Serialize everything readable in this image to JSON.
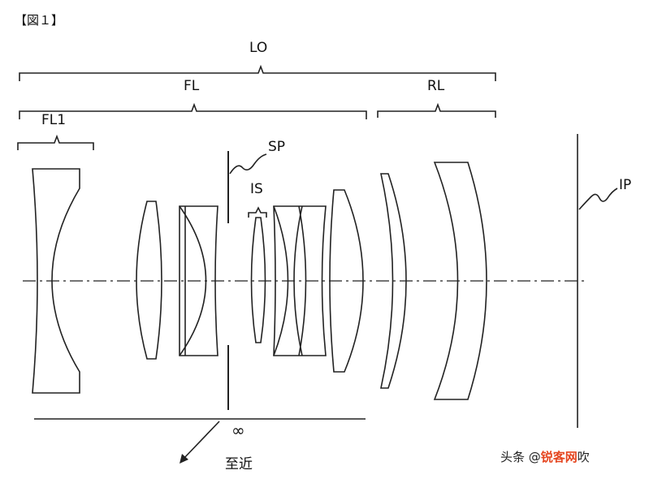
{
  "figure_label": "【図１】",
  "labels": {
    "lo": "LO",
    "fl": "FL",
    "rl": "RL",
    "fl1": "FL1",
    "sp": "SP",
    "is": "IS",
    "ip": "IP",
    "infinity": "∞",
    "close": "至近"
  },
  "watermark": {
    "prefix": "头条 @",
    "brand": "锐客网",
    "suffix": "吹"
  }
}
